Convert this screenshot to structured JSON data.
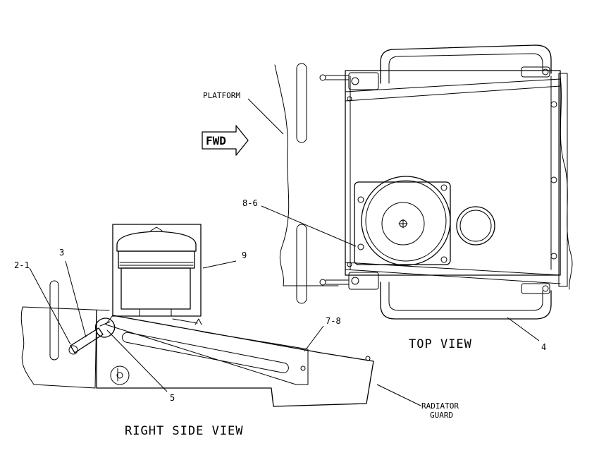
{
  "callouts": {
    "platform": "PLATFORM",
    "fwd": "FWD",
    "c_8_6": "8-6",
    "c_9": "9",
    "c_3": "3",
    "c_2_1": "2-1",
    "c_7_8": "7-8",
    "c_5": "5",
    "c_4": "4",
    "radiator_guard_line1": "RADIATOR",
    "radiator_guard_line2": "GUARD"
  },
  "views": {
    "top": "TOP VIEW",
    "right_side": "RIGHT SIDE VIEW"
  }
}
